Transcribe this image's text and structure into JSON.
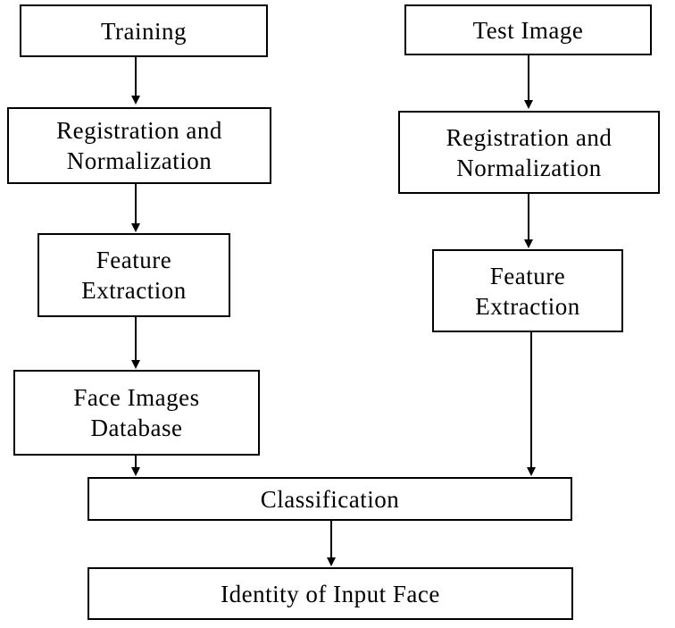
{
  "diagram": {
    "nodes": {
      "training": "Training",
      "reg_norm_left": "Registration and\nNormalization",
      "feature_left": "Feature\nExtraction",
      "face_db": "Face Images\nDatabase",
      "test_image": "Test Image",
      "reg_norm_right": "Registration and\nNormalization",
      "feature_right": "Feature\nExtraction",
      "classification": "Classification",
      "identity": "Identity of Input Face"
    },
    "edges": [
      {
        "from": "training",
        "to": "reg_norm_left"
      },
      {
        "from": "reg_norm_left",
        "to": "feature_left"
      },
      {
        "from": "feature_left",
        "to": "face_db"
      },
      {
        "from": "face_db",
        "to": "classification"
      },
      {
        "from": "test_image",
        "to": "reg_norm_right"
      },
      {
        "from": "reg_norm_right",
        "to": "feature_right"
      },
      {
        "from": "feature_right",
        "to": "classification"
      },
      {
        "from": "classification",
        "to": "identity"
      }
    ],
    "colors": {
      "stroke": "#000000",
      "background": "#ffffff"
    }
  }
}
